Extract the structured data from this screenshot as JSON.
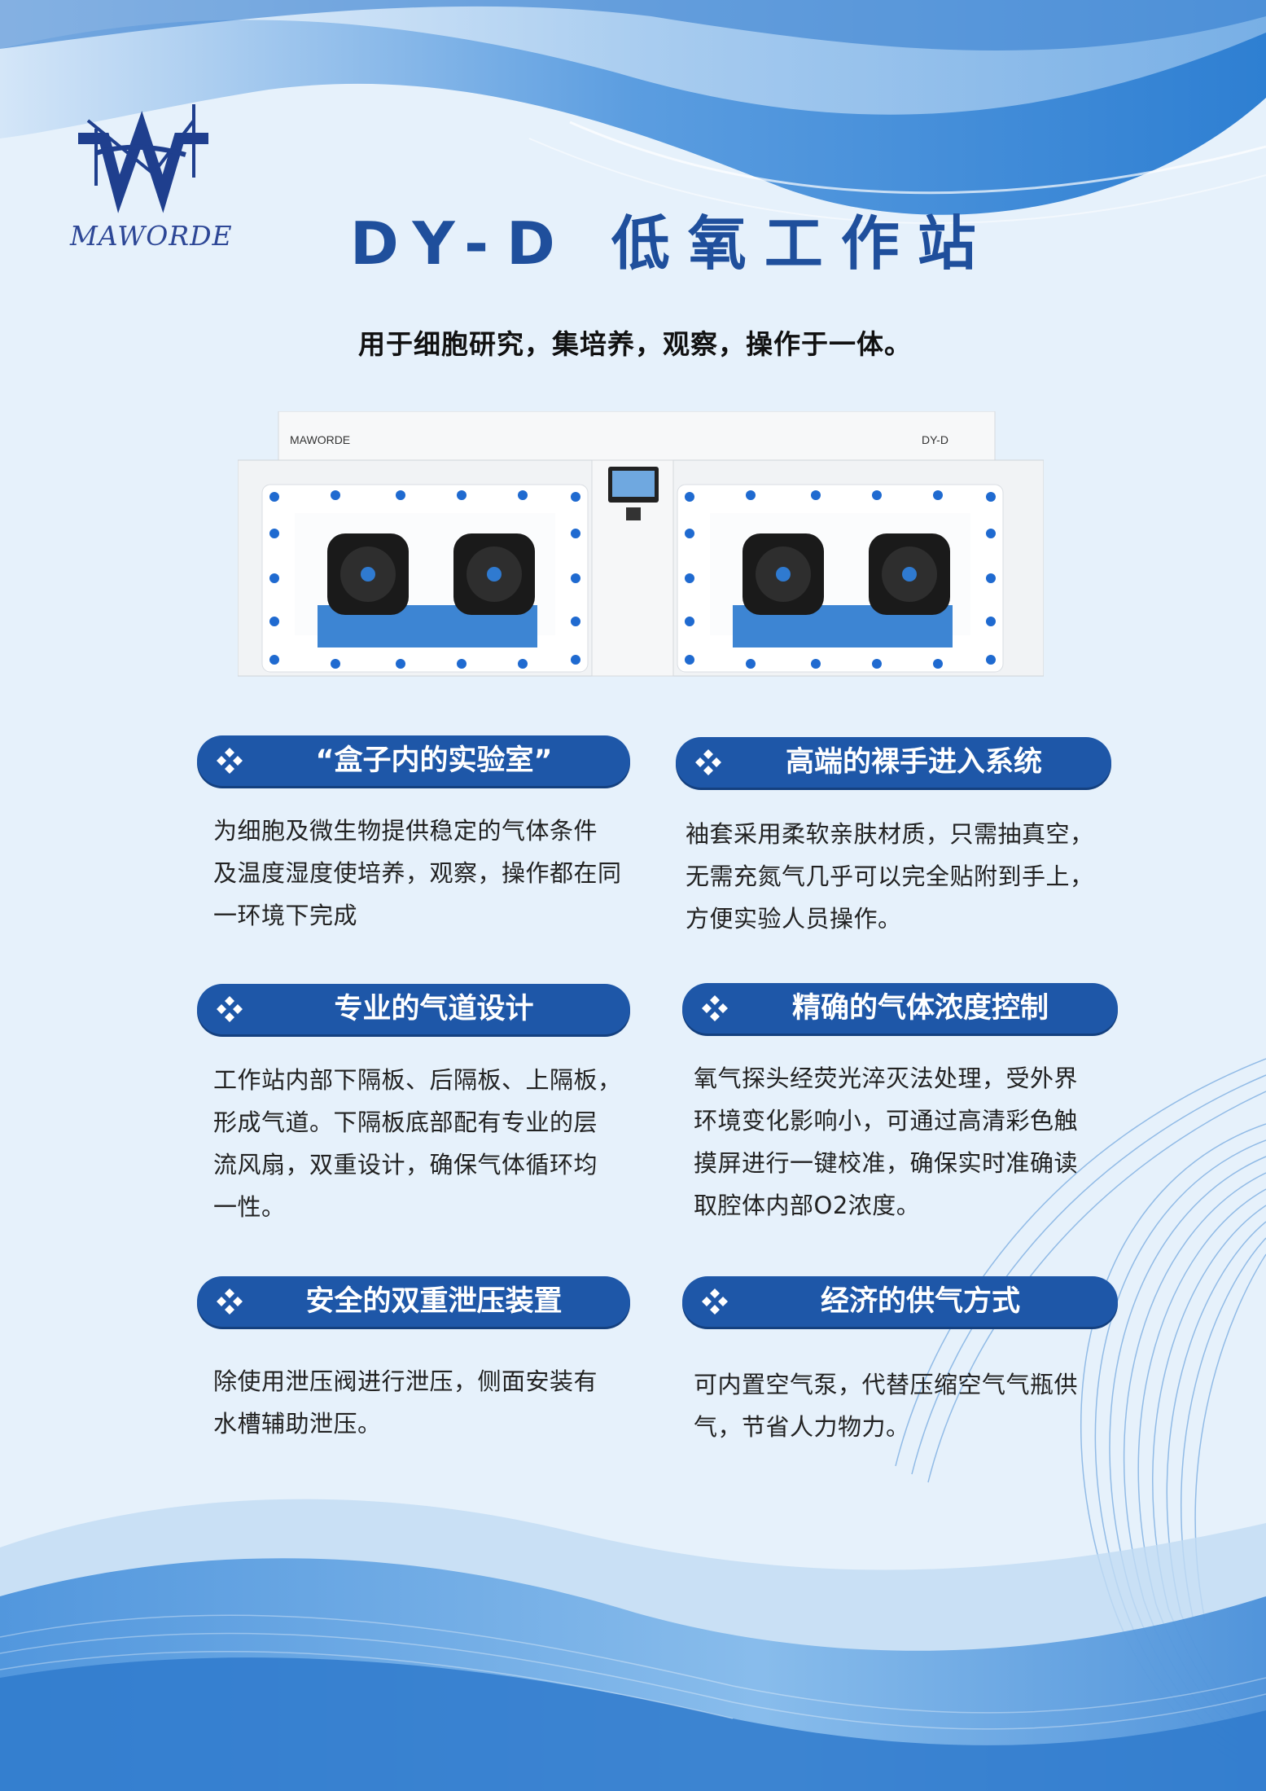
{
  "brand": {
    "name": "MAWORDE"
  },
  "title": "DY-D 低氧工作站",
  "subtitle": "用于细胞研究，集培养，观察，操作于一体。",
  "product": {
    "brand_label": "MAWORDE",
    "model_label": "DY-D"
  },
  "colors": {
    "accent": "#1e57a8",
    "title": "#1f4f9c",
    "background": "#e6f1fb"
  },
  "sections": [
    {
      "icon": "diamond-cluster-icon",
      "title": "“盒子内的实验室”",
      "lines": [
        "为细胞及微生物提供稳定的气体条件",
        "及温度湿度使培养，观察，操作都在同",
        "一环境下完成"
      ]
    },
    {
      "icon": "diamond-cluster-icon",
      "title": "高端的裸手进入系统",
      "lines": [
        "袖套采用柔软亲肤材质，只需抽真空，",
        "无需充氮气几乎可以完全贴附到手上，",
        "方便实验人员操作。"
      ]
    },
    {
      "icon": "diamond-cluster-icon",
      "title": "专业的气道设计",
      "lines": [
        "工作站内部下隔板、后隔板、上隔板，",
        "形成气道。下隔板底部配有专业的层",
        "流风扇，双重设计，确保气体循环均",
        "一性。"
      ]
    },
    {
      "icon": "diamond-cluster-icon",
      "title": "精确的气体浓度控制",
      "lines": [
        "氧气探头经荧光淬灭法处理，受外界",
        "环境变化影响小，可通过高清彩色触",
        "摸屏进行一键校准，确保实时准确读",
        "取腔体内部O2浓度。"
      ]
    },
    {
      "icon": "diamond-cluster-icon",
      "title": "安全的双重泄压装置",
      "lines": [
        "除使用泄压阀进行泄压，侧面安装有",
        "水槽辅助泄压。"
      ]
    },
    {
      "icon": "diamond-cluster-icon",
      "title": "经济的供气方式",
      "lines": [
        "可内置空气泵，代替压缩空气气瓶供",
        "气，节省人力物力。"
      ]
    }
  ]
}
